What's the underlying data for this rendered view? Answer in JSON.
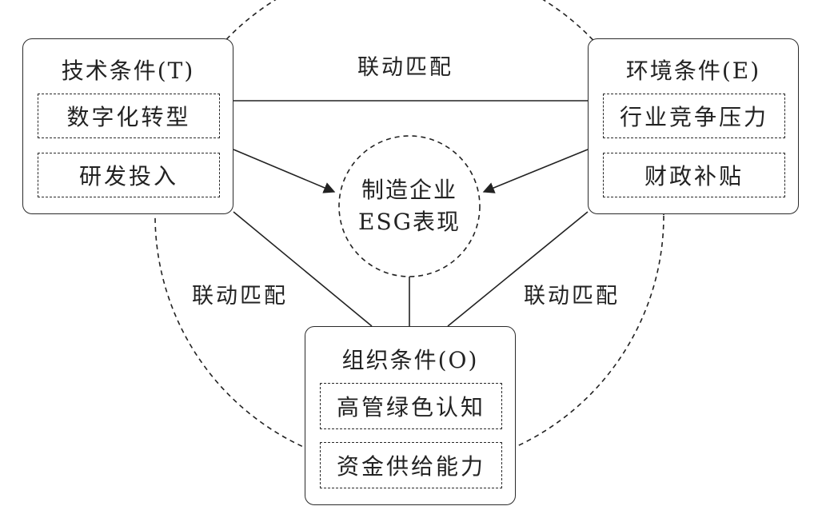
{
  "center": {
    "line1": "制造企业",
    "line2": "ESG表现"
  },
  "tech": {
    "title": "技术条件(T)",
    "items": [
      "数字化转型",
      "研发投入"
    ]
  },
  "env": {
    "title": "环境条件(E)",
    "items": [
      "行业竞争压力",
      "财政补贴"
    ]
  },
  "org": {
    "title": "组织条件(O)",
    "items": [
      "高管绿色认知",
      "资金供给能力"
    ]
  },
  "link_labels": {
    "top": "联动匹配",
    "left": "联动匹配",
    "right": "联动匹配"
  }
}
